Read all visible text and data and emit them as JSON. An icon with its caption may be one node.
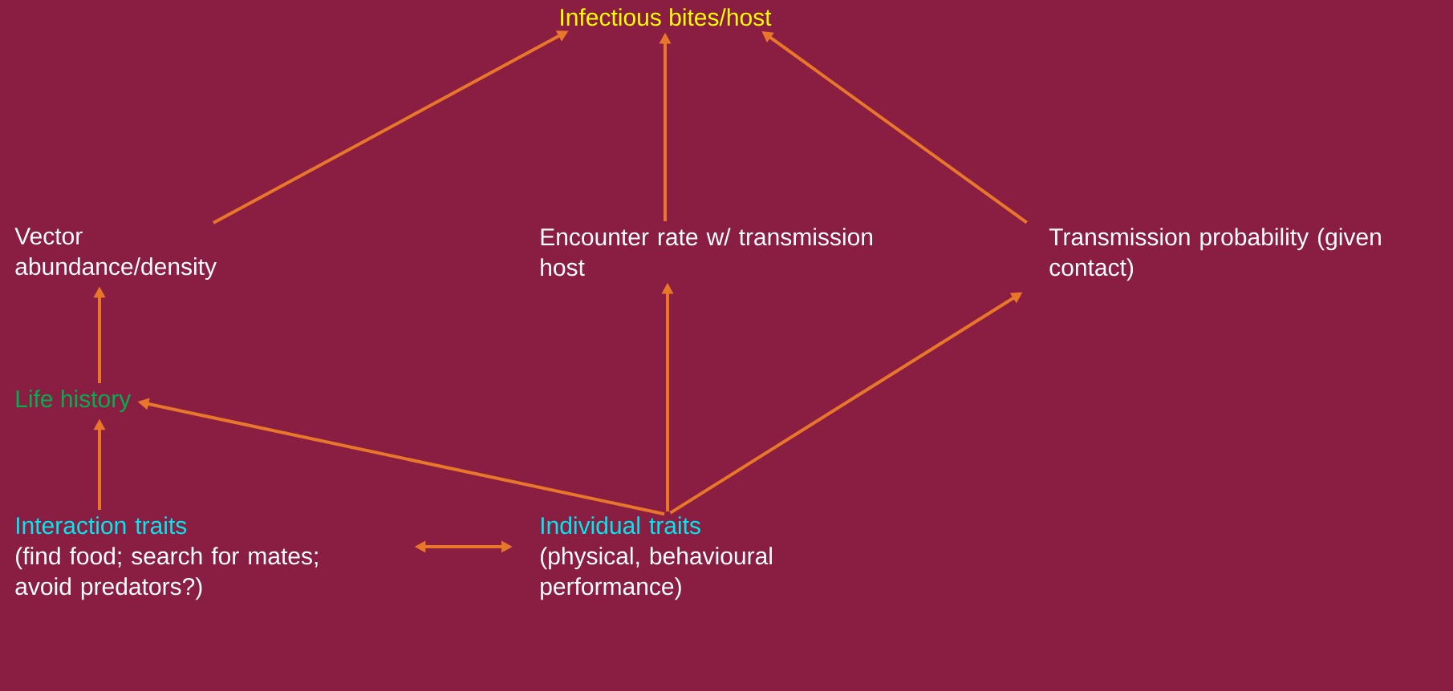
{
  "diagram": {
    "nodes": [
      {
        "text": [
          "Infectious bites/host"
        ]
      },
      {
        "text": [
          "Vector abundance/density"
        ]
      },
      {
        "text": [
          "Encounter rate w/ transmission host"
        ]
      },
      {
        "text": [
          "Transmission probability (given contact)"
        ]
      },
      {
        "text": [
          "Life history"
        ]
      },
      {
        "text": [
          "Interaction traits",
          "(find food; search for mates; avoid predators?)"
        ]
      },
      {
        "text": [
          "Individual traits",
          "(physical, behavioural performance)"
        ]
      }
    ],
    "edges": [
      {
        "from": 1,
        "to": 0,
        "arrow": "to"
      },
      {
        "from": 2,
        "to": 0,
        "arrow": "to"
      },
      {
        "from": 3,
        "to": 0,
        "arrow": "to"
      },
      {
        "from": 4,
        "to": 1,
        "arrow": "to"
      },
      {
        "from": 5,
        "to": 4,
        "arrow": "to"
      },
      {
        "from": 5,
        "to": 6,
        "arrow": "both"
      },
      {
        "from": 6,
        "to": 4,
        "arrow": "to"
      },
      {
        "from": 6,
        "to": 2,
        "arrow": "to"
      },
      {
        "from": 6,
        "to": 3,
        "arrow": "to"
      }
    ]
  }
}
